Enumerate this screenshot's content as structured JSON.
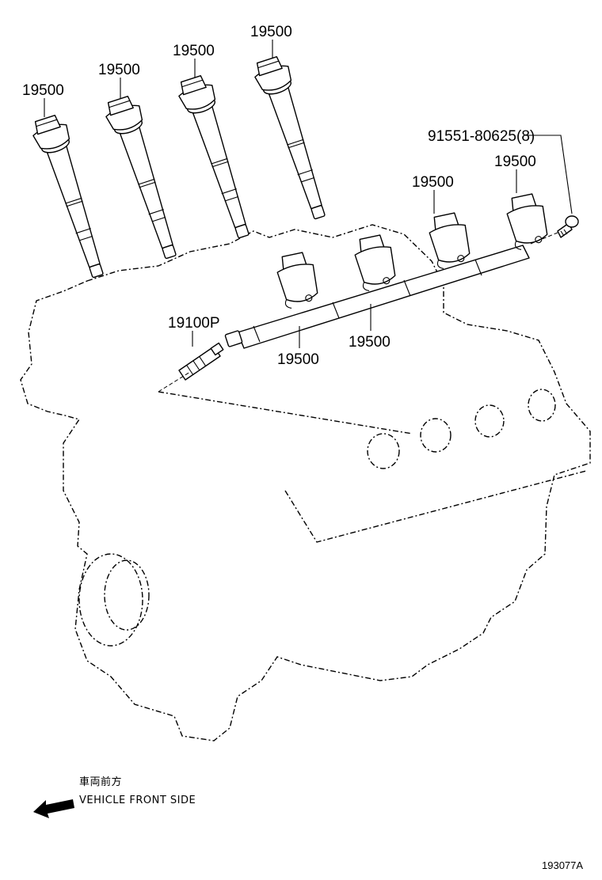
{
  "callouts": {
    "coil_1": "19500",
    "coil_2": "19500",
    "coil_3": "19500",
    "coil_4": "19500",
    "bolt": "91551-80625(8)",
    "coil_5": "19500",
    "coil_6": "19500",
    "spark_plug": "19100P",
    "coil_7": "19500",
    "coil_8": "19500"
  },
  "orientation": {
    "japanese_label": "車両前方",
    "english_label": "VEHICLE FRONT SIDE"
  },
  "figure_id": "193077A",
  "icons": {
    "front_arrow": "arrow-left-down-icon"
  }
}
